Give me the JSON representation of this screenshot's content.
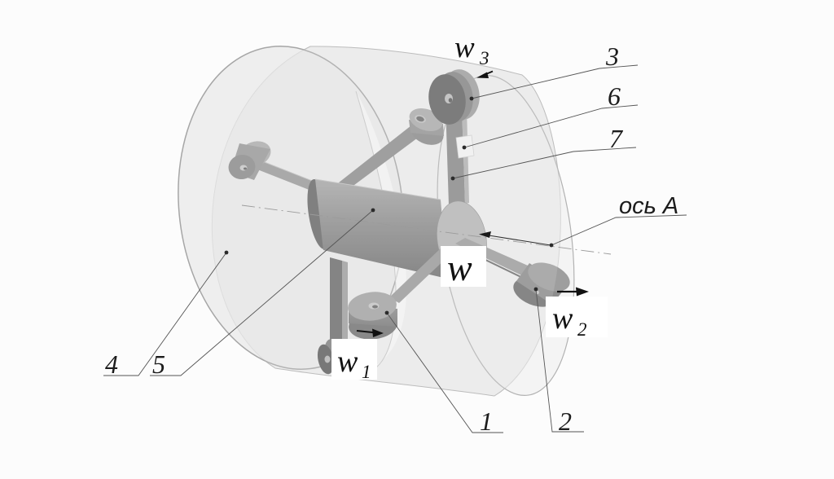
{
  "figure": {
    "background": "#fcfcfc",
    "kind": "isometric technical drawing of a wheeled mechanism inside a translucent drum"
  },
  "labels": {
    "axis": "ось А",
    "w": {
      "base": "w",
      "sub": ""
    },
    "w1": {
      "base": "w",
      "sub": "1"
    },
    "w2": {
      "base": "w",
      "sub": "2"
    },
    "w3": {
      "base": "w",
      "sub": "3"
    }
  },
  "part_numbers": [
    "1",
    "2",
    "3",
    "4",
    "5",
    "6",
    "7"
  ],
  "colors": {
    "drum_fill": "#e9e9e9",
    "drum_edge": "#a8a8a8",
    "metal_light": "#b6b6b6",
    "metal_mid": "#8e8e8e",
    "metal_dark": "#676767",
    "leader_line": "#555555",
    "label_text": "#1c1c1c",
    "axis_line": "#9b9b9b",
    "callout_box": "#ffffff"
  }
}
